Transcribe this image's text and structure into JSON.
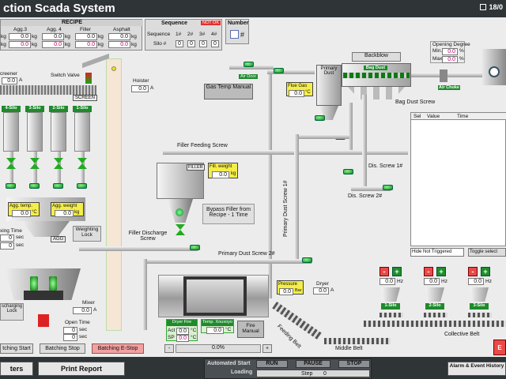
{
  "header": {
    "title": "ction Scada System",
    "date": "18/0"
  },
  "recipe": {
    "title": "RECIPE",
    "cols": [
      {
        "name": "Agg.3",
        "v1": "0.0",
        "u1": "kg",
        "v2": "0.0",
        "u2": "kg"
      },
      {
        "name": "Agg. 4",
        "v1": "0.0",
        "u1": "kg",
        "v2": "0.0",
        "u2": "kg"
      },
      {
        "name": "Filler",
        "v1": "0.0",
        "u1": "kg",
        "v2": "0.0",
        "u2": "kg"
      },
      {
        "name": "Asphalt",
        "v1": "0.0",
        "u1": "kg",
        "v2": "0.0",
        "u2": "kg"
      }
    ],
    "left_units": [
      "kg",
      "kg"
    ]
  },
  "sequence": {
    "title": "Sequence",
    "badge": "NOT OK",
    "row1_label": "Sequence",
    "row2_label": "Silo #",
    "headers": [
      "1#",
      "2#",
      "3#",
      "4#"
    ],
    "values": [
      "0",
      "0",
      "0",
      "0"
    ]
  },
  "number": {
    "title": "Number",
    "suffix": "#"
  },
  "labels": {
    "screener": "creener",
    "screener_val": "0.0",
    "screener_unit": "A",
    "switch_valve": "Switch Valve",
    "screen": "SCREEN",
    "silos": [
      "4-Silo",
      "3-Silo",
      "2-Silo",
      "1-Silo"
    ],
    "hoister": "Hoister",
    "hoister_val": "0.0",
    "hoister_unit": "A",
    "gas_temp_manual": "Gas Temp Manual",
    "air_door": "Air Door",
    "flue_gas": "Flue Gas",
    "flue_gas_val": "0.0",
    "flue_gas_unit": "°C",
    "primary_dust": "Primary Dust",
    "backblow": "Backblow",
    "bag_dust": "Bag Dust",
    "bag_dust_screw": "Bag Dust Screw",
    "opening_degree": "Opening Degree",
    "min": "Min.",
    "min_val": "0.0",
    "max": "Max.",
    "max_val": "0.0",
    "pct": "%",
    "air_choke": "Air Choke",
    "filler_feeding_screw": "Filler Feeding Screw",
    "filler": "FILLER",
    "fill_weight": "Fill. weight",
    "fill_weight_val": "0.0",
    "fill_weight_unit": "kg",
    "bypass_filler": "Bypass Filler from Recipe - 1 Time",
    "dis_screw1": "Dis. Screw 1#",
    "dis_screw2": "Dis. Screw 2#",
    "primary_dust_screw1": "Primary Dust Screw 1#",
    "primary_dust_screw2": "Primary Dust Screw 2#",
    "agg_temp": "Agg. temp.",
    "agg_temp_val": "0.0",
    "agg_temp_unit": "°C",
    "agg_weight": "Agg. weight",
    "agg_weight_val": "0.0",
    "agg_weight_unit": "kg",
    "agg": "AGG",
    "weighting_lock": "Weighting Lock",
    "filler_discharge_screw": "Filler Discharge Screw",
    "mixing_time": "xing Time",
    "mixing_time_v1": "0",
    "mixing_time_v2": "0",
    "sec": "sec",
    "discharging_lock": "scharging Lock",
    "mixer": "Mixer",
    "mixer_val": "0.0",
    "mixer_unit": "A",
    "open_time": "Open Time",
    "open_v1": "0",
    "open_v2": "0",
    "dryer_fire": "Dryer Fire",
    "act": "Act",
    "sp": "SP",
    "dryer_act": "0.0",
    "dryer_sp": "0.0",
    "dryer_unit": "°C",
    "temp_xoxoyuo": "Temp. Xouxoyo",
    "temp_xoxoyuo_val": "0.0",
    "temp_xoxoyuo_unit": "°C",
    "fire_manual": "Fire Manual",
    "pressure": "Pressure",
    "pressure_val": "0.0",
    "pressure_unit": "Bar",
    "dryer": "Dryer",
    "dryer_val": "0.0",
    "dryer_unit_a": "A",
    "feeding_belt": "Feeding Belt",
    "middle_belt": "Middle Belt",
    "collective_belt": "Collective Belt",
    "progress_minus": "-",
    "progress_plus": "+",
    "progress": "0.0%",
    "silo_ctrl": [
      {
        "name": "1-Silo",
        "val": "0.0",
        "unit": "Hz"
      },
      {
        "name": "2-Silo",
        "val": "0.0",
        "unit": "Hz"
      },
      {
        "name": "3-Silo",
        "val": "0.0",
        "unit": "Hz"
      }
    ]
  },
  "alarm_table": {
    "headers": [
      "Sel",
      "Value",
      "Time"
    ],
    "filter": "Hide Not Triggered",
    "toggle": "Toggle select"
  },
  "buttons": {
    "batching_start": "tching Start",
    "batching_stop": "Batching Stop",
    "batching_estop": "Batching E-Stop",
    "parameters": "ters",
    "print_report": "Print Report",
    "automated_start": "Automated Start",
    "loading": "Loading",
    "run": "RUN",
    "pause": "PAUSE",
    "stop": "STOP",
    "step": "Step",
    "step_val": "0",
    "alarm": "Alarm & Event History",
    "red_corner": "E"
  },
  "colors": {
    "header": "#2f3437",
    "valve_green": "#0b8a14",
    "alarm_red": "#e84a4a",
    "yellow": "#f5ee4a"
  }
}
